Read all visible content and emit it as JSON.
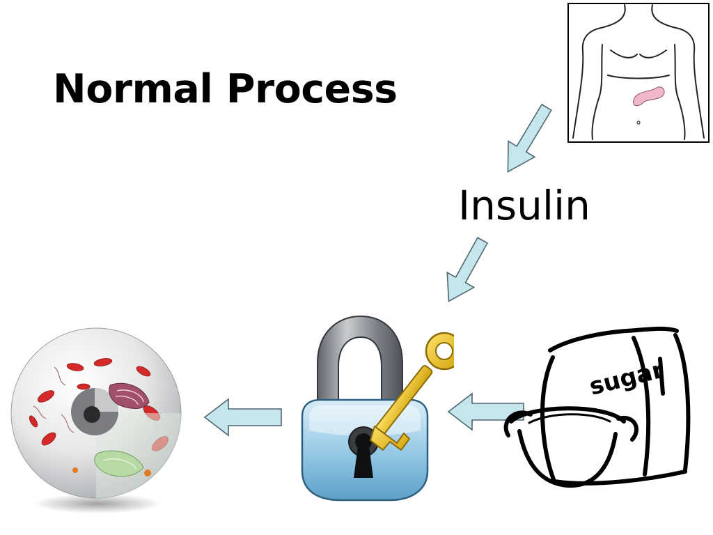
{
  "slide": {
    "title": "Normal Process",
    "insulin_label": "Insulin",
    "sugar_bag_text": "sugar"
  },
  "colors": {
    "arrow_fill": "#c5e6ea",
    "arrow_stroke": "#4e6670",
    "pancreas": "#f0b6cb",
    "key_gold": "#e8c21b",
    "lock_body": "#9fcde6",
    "shackle": "#8a8f96",
    "mitochondria": "#d52a2a",
    "golgi": "#a14f6a"
  },
  "icons": {
    "body": "human-torso-icon",
    "cell": "animal-cell-icon",
    "lock": "padlock-with-key-icon",
    "sugar": "sugar-bag-and-bowl-icon"
  }
}
